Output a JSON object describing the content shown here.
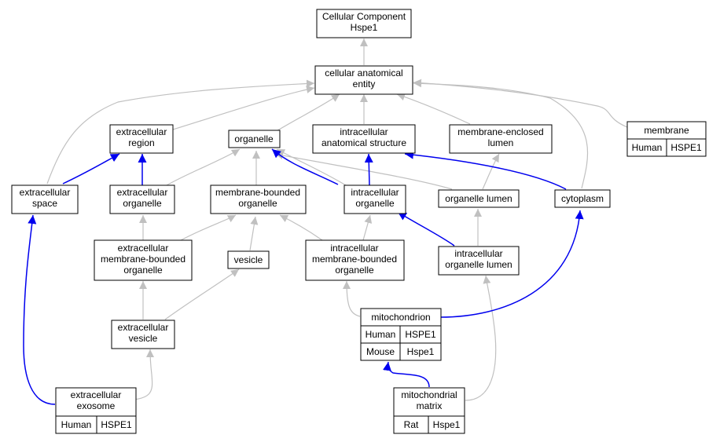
{
  "nodes": {
    "root": [
      "Cellular Component",
      "Hspe1"
    ],
    "cae": [
      "cellular anatomical",
      "entity"
    ],
    "extracellular_region": [
      "extracellular",
      "region"
    ],
    "organelle": [
      "organelle"
    ],
    "intracellular_anatomical_structure": [
      "intracellular",
      "anatomical structure"
    ],
    "membrane_enclosed_lumen": [
      "membrane-enclosed",
      "lumen"
    ],
    "membrane": [
      "membrane"
    ],
    "extracellular_space": [
      "extracellular",
      "space"
    ],
    "extracellular_organelle": [
      "extracellular",
      "organelle"
    ],
    "membrane_bounded_organelle": [
      "membrane-bounded",
      "organelle"
    ],
    "intracellular_organelle": [
      "intracellular",
      "organelle"
    ],
    "organelle_lumen": [
      "organelle lumen"
    ],
    "cytoplasm": [
      "cytoplasm"
    ],
    "extracellular_mbo": [
      "extracellular",
      "membrane-bounded",
      "organelle"
    ],
    "vesicle": [
      "vesicle"
    ],
    "intracellular_mbo": [
      "intracellular",
      "membrane-bounded",
      "organelle"
    ],
    "intracellular_organelle_lumen": [
      "intracellular",
      "organelle lumen"
    ],
    "extracellular_vesicle": [
      "extracellular",
      "vesicle"
    ],
    "mitochondrion": [
      "mitochondrion"
    ],
    "extracellular_exosome": [
      "extracellular",
      "exosome"
    ],
    "mitochondrial_matrix": [
      "mitochondrial",
      "matrix"
    ]
  },
  "annotations": {
    "membrane": [
      [
        "Human",
        "HSPE1"
      ]
    ],
    "mitochondrion": [
      [
        "Human",
        "HSPE1"
      ],
      [
        "Mouse",
        "Hspe1"
      ]
    ],
    "extracellular_exosome": [
      [
        "Human",
        "HSPE1"
      ]
    ],
    "mitochondrial_matrix": [
      [
        "Rat",
        "Hspe1"
      ]
    ]
  },
  "colors": {
    "human": "#f26148",
    "mouse": "#add8e6",
    "rat": "#ffd100",
    "edge_gray": "#c0c0c0",
    "edge_blue": "#0000ee"
  }
}
